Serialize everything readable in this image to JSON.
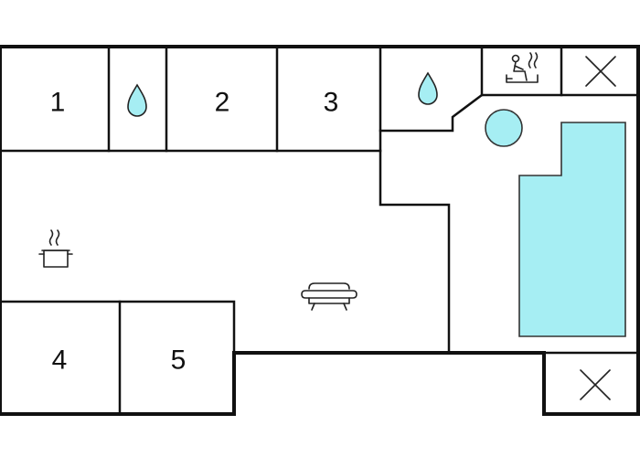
{
  "rooms": [
    {
      "id": "room-1",
      "label": "1"
    },
    {
      "id": "room-2",
      "label": "2"
    },
    {
      "id": "room-3",
      "label": "3"
    },
    {
      "id": "room-4",
      "label": "4"
    },
    {
      "id": "room-5",
      "label": "5"
    }
  ],
  "icons": {
    "bathroom_1": "water-drop-icon",
    "bathroom_2": "water-drop-icon",
    "sauna": "sauna-icon",
    "void_1": "cross-icon",
    "void_2": "cross-icon",
    "kitchen": "cooking-pot-icon",
    "living": "sofa-icon",
    "hot_tub": "hot-tub-icon",
    "pool": "pool-icon"
  },
  "colors": {
    "water": "#a6eef3",
    "wall": "#111111",
    "background": "#ffffff"
  }
}
